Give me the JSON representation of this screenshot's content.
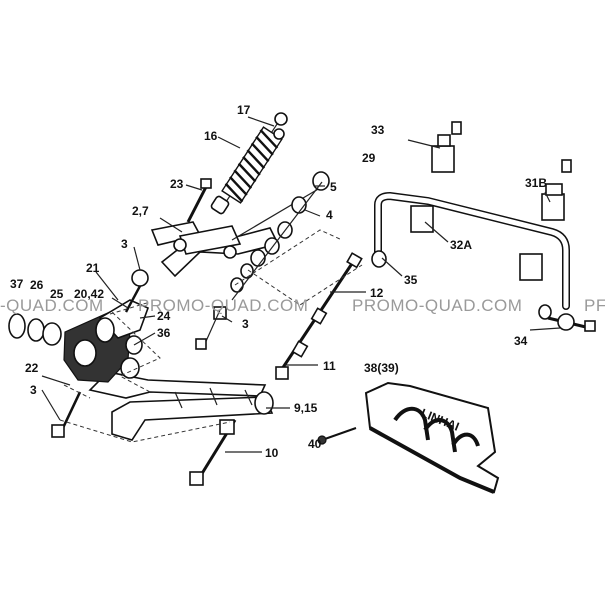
{
  "watermark": "PROMO-QUAD.COM",
  "watermark_left": "-QUAD.COM",
  "watermark_right": "PF",
  "cover_text": "LINHAI",
  "callouts": {
    "c17": "17",
    "c16": "16",
    "c23": "23",
    "c27": "2,7",
    "c3a": "3",
    "c21": "21",
    "c2042": "20,42",
    "c37": "37",
    "c26": "26",
    "c25": "25",
    "c24": "24",
    "c36": "36",
    "c22": "22",
    "c3b": "3",
    "c3c": "3",
    "c5": "5",
    "c4": "4",
    "c12": "12",
    "c11": "11",
    "c915": "9,15",
    "c10": "10",
    "c33": "33",
    "c29": "29",
    "c31b": "31B",
    "c32a": "32A",
    "c35": "35",
    "c34": "34",
    "c3839": "38(39)",
    "c40": "40"
  }
}
